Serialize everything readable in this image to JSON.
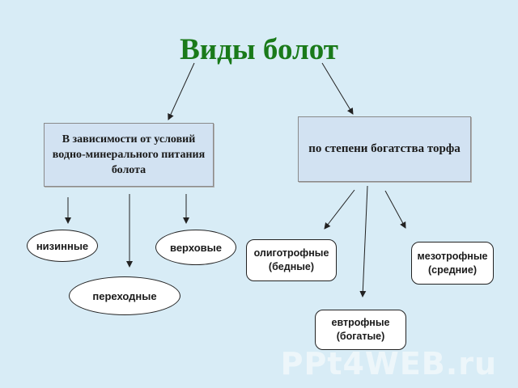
{
  "title": "Виды болот",
  "box_left": "В зависимости от условий водно-минерального питания болота",
  "box_right": "по степени богатства торфа",
  "left_items": {
    "nizinnye": "низинные",
    "verkhovye": "верховые",
    "perekhodnye": "переходные"
  },
  "right_items": {
    "oligotrophic": {
      "line1": "олиготрофные",
      "line2": "(бедные)"
    },
    "mesotrophic": {
      "line1": "мезотрофные",
      "line2": "(средние)"
    },
    "eutrophic": {
      "line1": "евтрофные",
      "line2": "(богатые)"
    }
  },
  "watermark": "PPt4WEB.ru",
  "colors": {
    "background": "#d8ecf6",
    "title": "#1a7a1a",
    "box_fill": "#d2e2f2"
  }
}
